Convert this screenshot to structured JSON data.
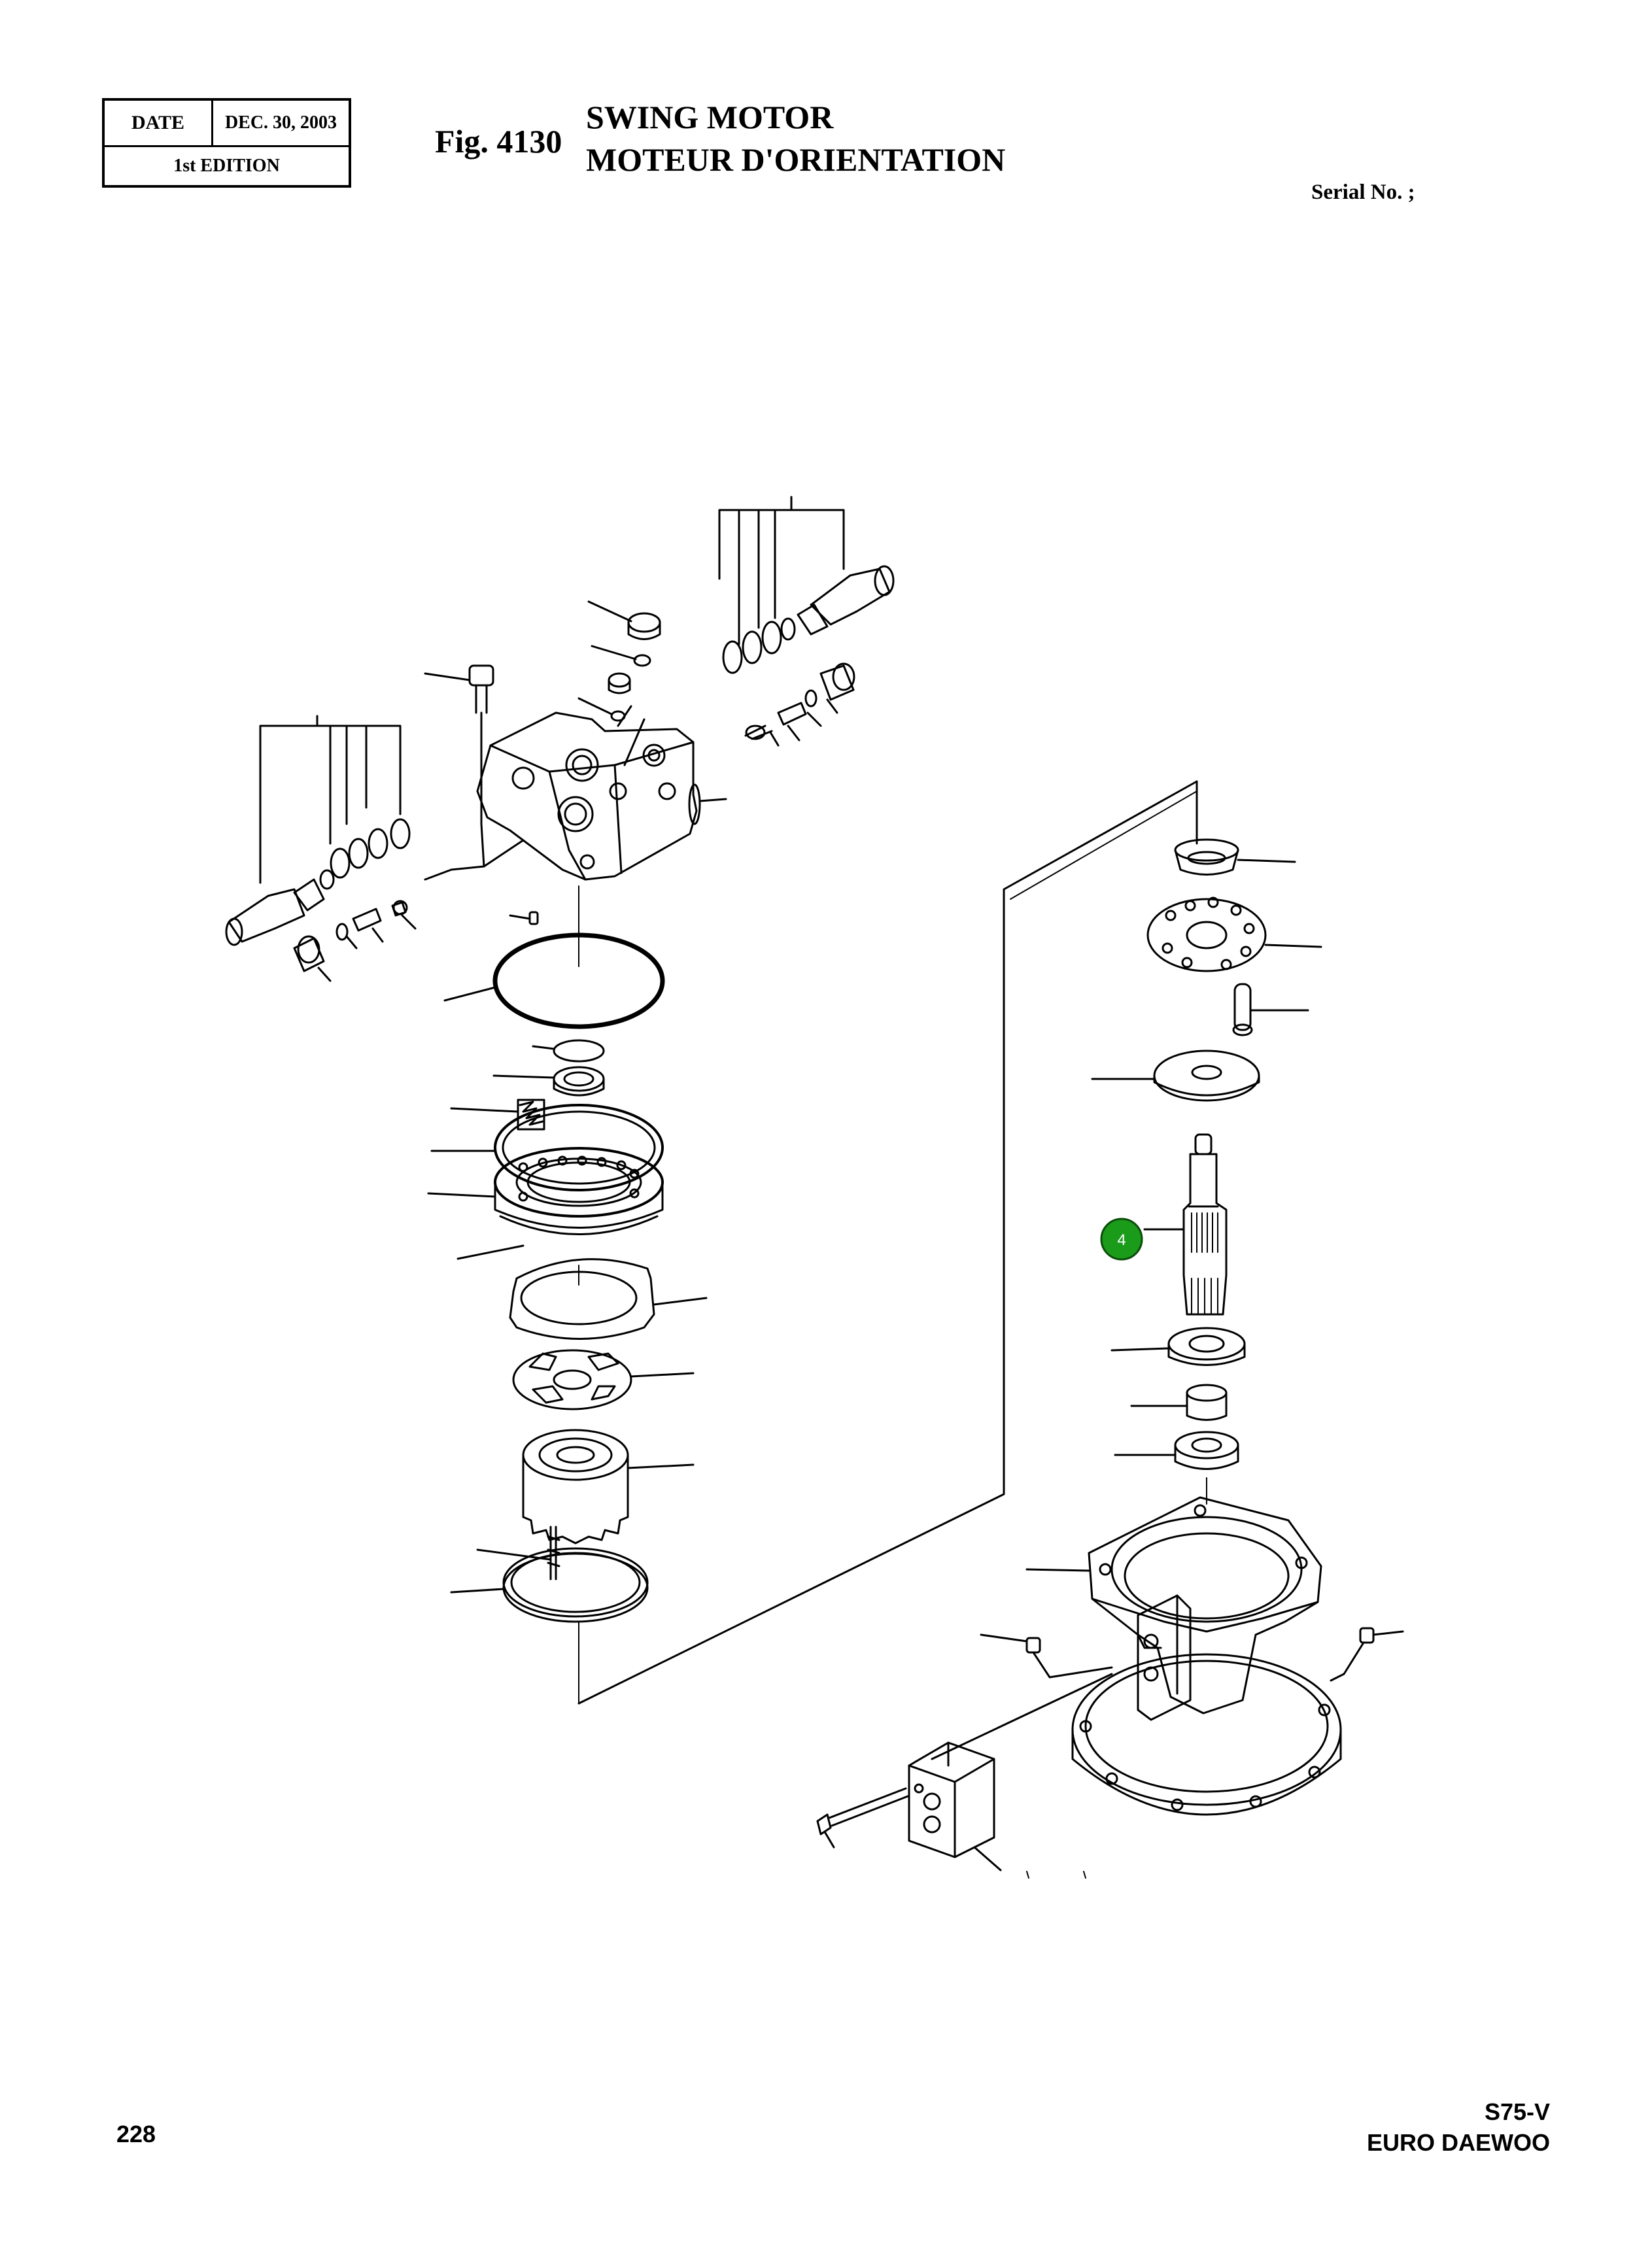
{
  "header": {
    "date_label": "DATE",
    "date_value": "DEC. 30, 2003",
    "edition": "1st EDITION",
    "fig_number": "Fig. 4130",
    "title_en": "SWING MOTOR",
    "title_fr": "MOTEUR D'ORIENTATION",
    "serial": "Serial No. ;"
  },
  "diagram": {
    "highlighted_callout": {
      "label": "4",
      "color": "#1a9b1a"
    }
  },
  "footer": {
    "page_number": "228",
    "model": "S75-V",
    "brand": "EURO DAEWOO"
  }
}
